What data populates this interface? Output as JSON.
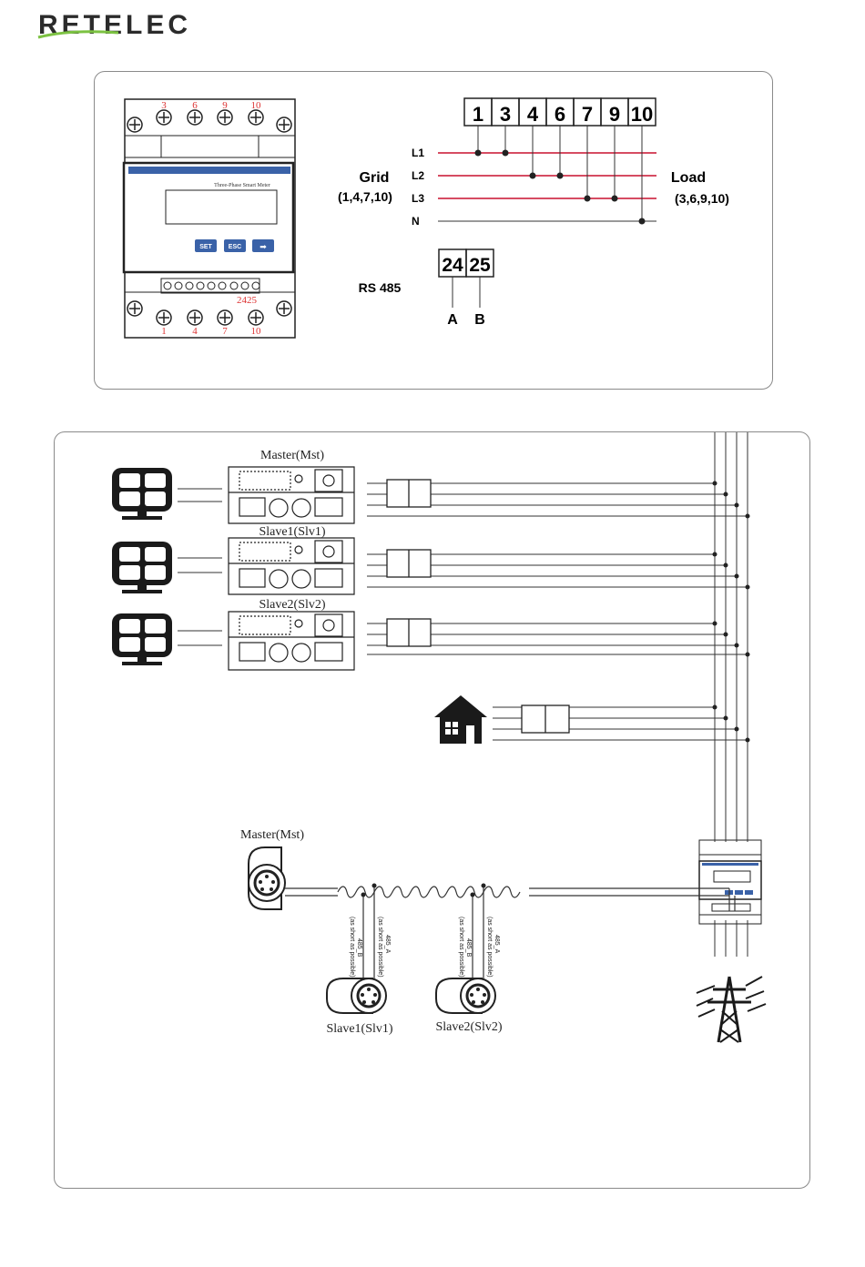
{
  "logo": {
    "text": "RETELEC",
    "color_primary": "#2b2b2b",
    "color_accent": "#7cc242"
  },
  "meter": {
    "top_terminal_numbers": [
      "3",
      "6",
      "9",
      "10"
    ],
    "bottom_terminal_numbers": [
      "1",
      "4",
      "7",
      "10"
    ],
    "rs485_terminal_numbers": "2425",
    "display_title": "Three-Phase Smart Meter",
    "buttons": [
      "SET",
      "ESC",
      "➡"
    ]
  },
  "wiring": {
    "terminals": [
      "1",
      "3",
      "4",
      "6",
      "7",
      "9",
      "10"
    ],
    "lines": [
      "L1",
      "L2",
      "L3",
      "N"
    ],
    "grid_label": "Grid",
    "grid_terminals": "(1,4,7,10)",
    "load_label": "Load",
    "load_terminals": "(3,6,9,10)",
    "rs485_label": "RS 485",
    "rs485_terminals": [
      "24",
      "25"
    ],
    "rs485_lines": [
      "A",
      "B"
    ],
    "line_color": "#c8102e"
  },
  "system": {
    "inverters": [
      "Master(Mst)",
      "Slave1(Slv1)",
      "Slave2(Slv2)"
    ],
    "comm_master": "Master(Mst)",
    "comm_slaves": [
      "Slave1(Slv1)",
      "Slave2(Slv2)"
    ],
    "note_485_a": "485_A",
    "note_485_b": "485_B",
    "note_short": "(as short as possible)"
  }
}
